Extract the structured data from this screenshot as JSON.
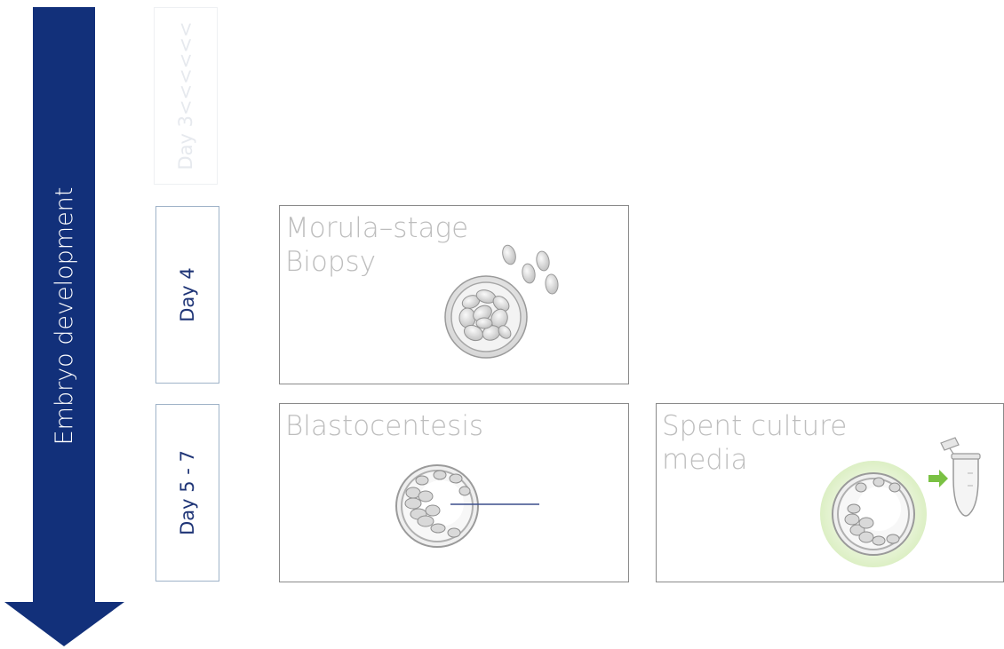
{
  "axis": {
    "label": "Embryo development",
    "color": "#12307a"
  },
  "days": [
    {
      "label": "Day 3<<<<<<",
      "faded": true
    },
    {
      "label": "Day 4",
      "faded": false
    },
    {
      "label": "Day 5 - 7",
      "faded": false
    }
  ],
  "panels": [
    {
      "title": "Morula–stage\nBiopsy",
      "icon": "morula-embryo-biopsy-icon"
    },
    {
      "title": "Blastocentesis",
      "icon": "blastocyst-needle-icon"
    },
    {
      "title": "Spent culture\nmedia",
      "icon": "culture-media-tube-icon"
    }
  ],
  "colors": {
    "day_text": "#1e3476",
    "panel_title": "#bdbdbd",
    "media_arrow": "#7ac143"
  }
}
